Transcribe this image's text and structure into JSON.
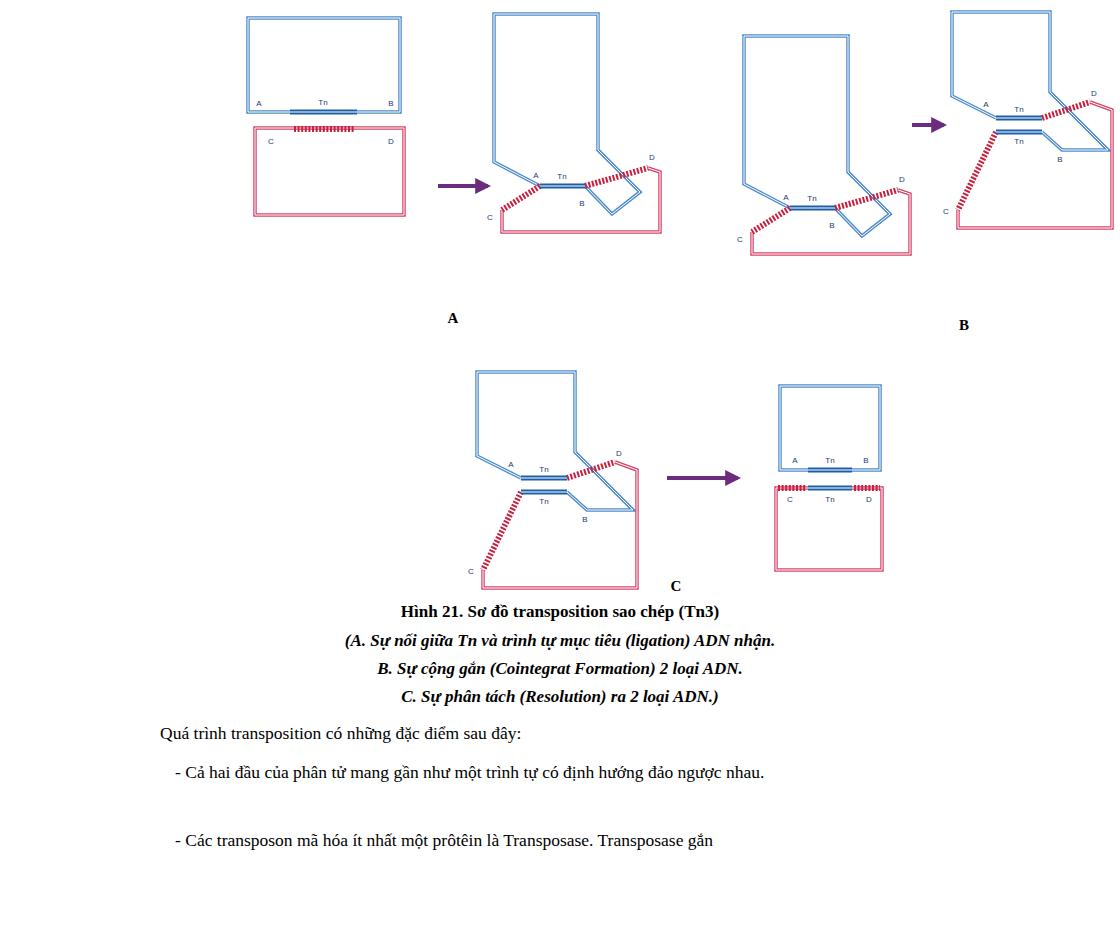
{
  "diagram": {
    "caption": "Hình 21. Sơ đồ transposition sao chép (Tn3)",
    "labels": [
      "A",
      "Tn",
      "B",
      "C",
      "D",
      "A",
      "Tn",
      "D",
      "B",
      "C",
      "A",
      "Tn",
      "D",
      "B",
      "C",
      "A",
      "Tn",
      "D",
      "Tn",
      "B",
      "C",
      "A",
      "Tn",
      "D",
      "Tn",
      "B",
      "C",
      "A",
      "Tn",
      "B",
      "C",
      "Tn",
      "D",
      "A",
      "B",
      "C",
      "(A. Sự nối giữa Tn và trình tự mục tiêu (ligation) ADN nhận.",
      "B. Sự cộng gắn (Cointegrat Formation) 2 loại ADN.",
      "C. Sự phân tách (Resolution) ra 2 loại ADN.)",
      "Quá trình transposition có những đặc điểm sau đây:",
      "- Cả hai đầu của phân tử mang gần như một trình tự có định hướng đảo ngược nhau.",
      "- Các transposon mã hóa ít nhất một prôtêin là Transposase. Transposase gắn"
    ]
  }
}
